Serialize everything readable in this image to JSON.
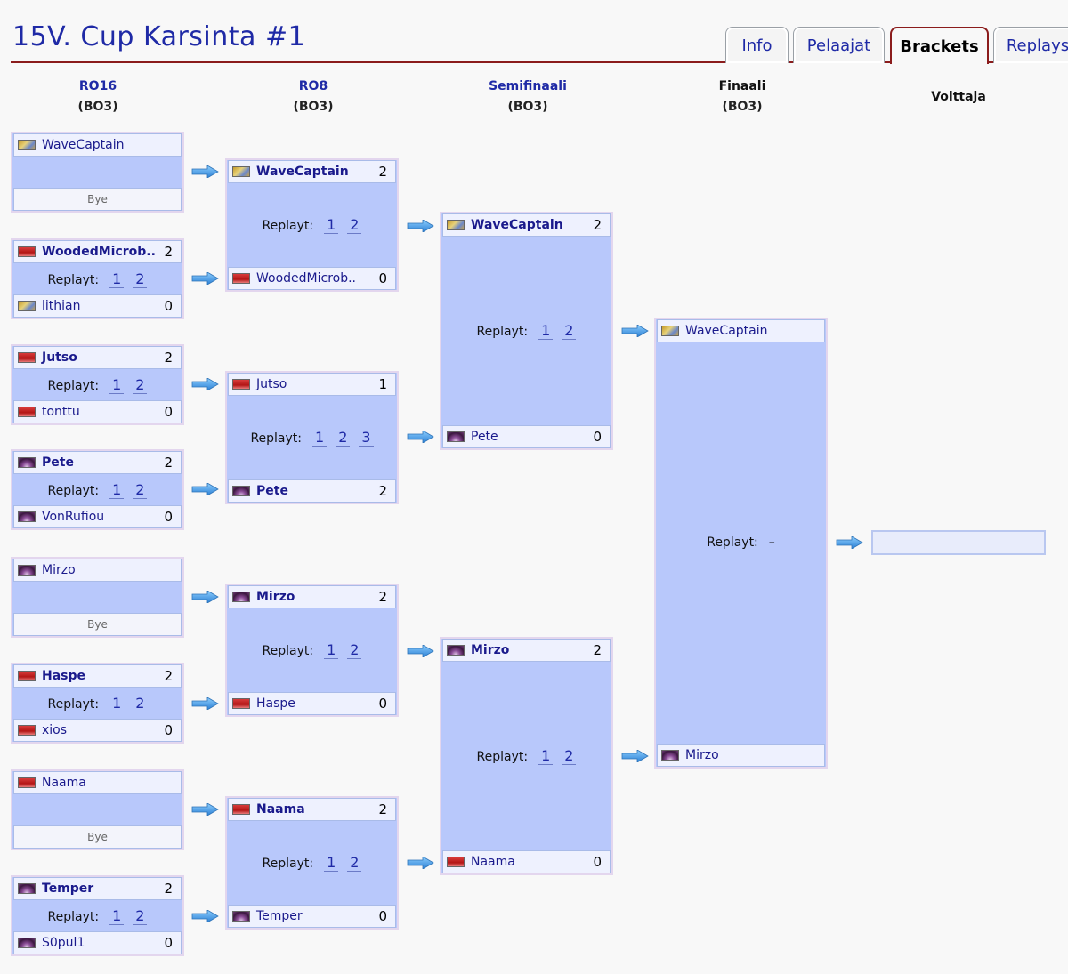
{
  "page": {
    "title": "15V. Cup Karsinta #1"
  },
  "tabs": [
    "Info",
    "Pelaajat",
    "Brackets",
    "Replays"
  ],
  "rounds": [
    {
      "name": "RO16",
      "format": "(BO3)"
    },
    {
      "name": "RO8",
      "format": "(BO3)"
    },
    {
      "name": "Semifinaali",
      "format": "(BO3)"
    },
    {
      "name": "Finaali",
      "format": "(BO3)"
    }
  ],
  "winner_header": "Voittaja",
  "labels": {
    "replays": "Replayt:",
    "bye": "Bye",
    "none": "–",
    "winner_none": "–"
  },
  "ro16": [
    {
      "p1": "WaveCaptain",
      "p1_race": "terran",
      "bye": true
    },
    {
      "p1": "WoodedMicrob..",
      "p1_race": "random",
      "s1": "2",
      "p2": "lithian",
      "p2_race": "terran",
      "s2": "0",
      "replays": [
        "1",
        "2"
      ]
    },
    {
      "p1": "Jutso",
      "p1_race": "random",
      "s1": "2",
      "p2": "tonttu",
      "p2_race": "random",
      "s2": "0",
      "replays": [
        "1",
        "2"
      ]
    },
    {
      "p1": "Pete",
      "p1_race": "zerg",
      "s1": "2",
      "p2": "VonRufiou",
      "p2_race": "zerg",
      "s2": "0",
      "replays": [
        "1",
        "2"
      ]
    },
    {
      "p1": "Mirzo",
      "p1_race": "zerg",
      "bye": true
    },
    {
      "p1": "Haspe",
      "p1_race": "random",
      "s1": "2",
      "p2": "xios",
      "p2_race": "random",
      "s2": "0",
      "replays": [
        "1",
        "2"
      ]
    },
    {
      "p1": "Naama",
      "p1_race": "random",
      "bye": true
    },
    {
      "p1": "Temper",
      "p1_race": "zerg",
      "s1": "2",
      "p2": "S0pul1",
      "p2_race": "zerg",
      "s2": "0",
      "replays": [
        "1",
        "2"
      ]
    }
  ],
  "ro8": [
    {
      "p1": "WaveCaptain",
      "p1_race": "terran",
      "s1": "2",
      "p2": "WoodedMicrob..",
      "p2_race": "random",
      "s2": "0",
      "replays": [
        "1",
        "2"
      ]
    },
    {
      "p1": "Jutso",
      "p1_race": "random",
      "s1": "1",
      "p2": "Pete",
      "p2_race": "zerg",
      "s2": "2",
      "replays": [
        "1",
        "2",
        "3"
      ]
    },
    {
      "p1": "Mirzo",
      "p1_race": "zerg",
      "s1": "2",
      "p2": "Haspe",
      "p2_race": "random",
      "s2": "0",
      "replays": [
        "1",
        "2"
      ]
    },
    {
      "p1": "Naama",
      "p1_race": "random",
      "s1": "2",
      "p2": "Temper",
      "p2_race": "zerg",
      "s2": "0",
      "replays": [
        "1",
        "2"
      ]
    }
  ],
  "semis": [
    {
      "p1": "WaveCaptain",
      "p1_race": "terran",
      "s1": "2",
      "p2": "Pete",
      "p2_race": "zerg",
      "s2": "0",
      "replays": [
        "1",
        "2"
      ]
    },
    {
      "p1": "Mirzo",
      "p1_race": "zerg",
      "s1": "2",
      "p2": "Naama",
      "p2_race": "random",
      "s2": "0",
      "replays": [
        "1",
        "2"
      ]
    }
  ],
  "final": {
    "p1": "WaveCaptain",
    "p1_race": "terran",
    "p2": "Mirzo",
    "p2_race": "zerg"
  }
}
